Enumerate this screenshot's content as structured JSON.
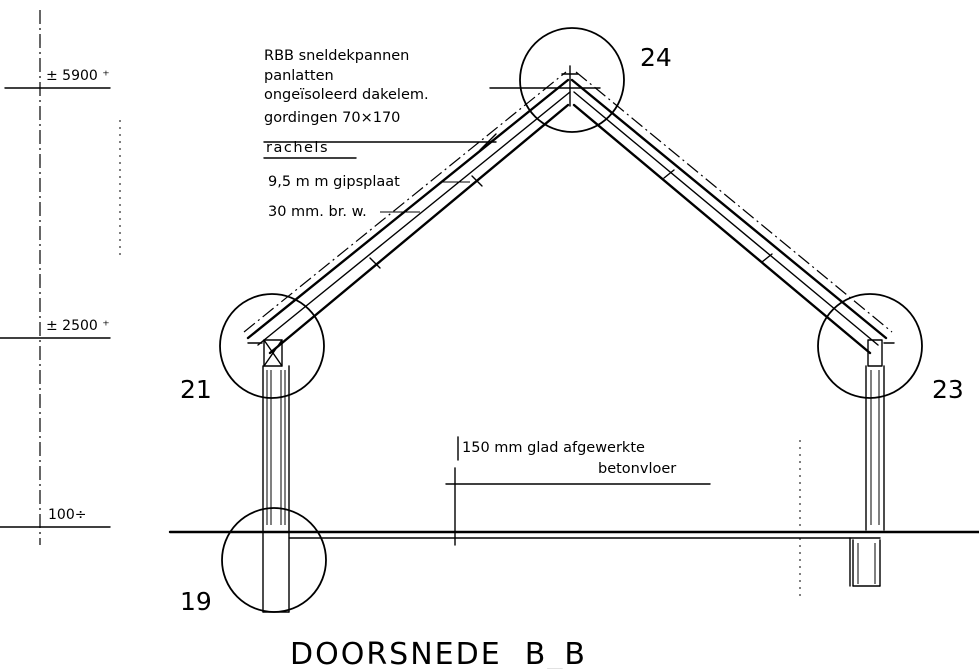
{
  "title": "DOORSNEDE  B_B",
  "levels": [
    "± 5900 ⁺",
    "± 2500 ⁺",
    "100÷"
  ],
  "details": [
    "24",
    "21",
    "23",
    "19"
  ],
  "roof_notes": [
    "RBB sneldekpannen",
    "panlatten",
    "ongeïsoleerd dakelem.",
    "gordingen  70×170",
    "rachels",
    "9,5 m m  gipsplaat",
    "30 mm. br. w."
  ],
  "floor_note": [
    "150 mm  glad  afgewerkte",
    "betonvloer"
  ]
}
